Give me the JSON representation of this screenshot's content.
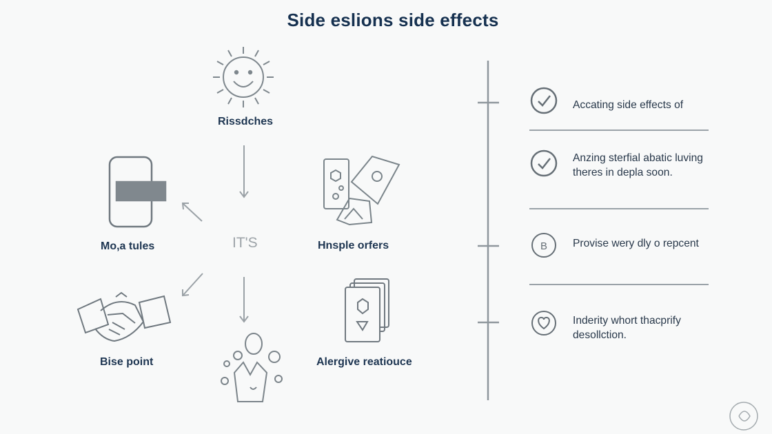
{
  "title": "Side eslions side effects",
  "diagram": {
    "center_label": "IT'S",
    "nodes": [
      {
        "label": "Rissdches",
        "icon": "sun-face-icon"
      },
      {
        "label": "Mo,a tules",
        "icon": "phone-icon"
      },
      {
        "label": "Hnsple orfers",
        "icon": "cards-icon"
      },
      {
        "label": "Bise point",
        "icon": "handshake-icon"
      },
      {
        "label": "Alergive reatiouce",
        "icon": "document-stack-icon"
      },
      {
        "label": "",
        "icon": "hand-bubbles-icon"
      }
    ]
  },
  "side_panel": {
    "items": [
      {
        "icon": "check-circle-icon",
        "text": "Accating side effects of"
      },
      {
        "icon": "check-circle-icon",
        "text": "Anzing sterfial abatic luving theres in depla soon."
      },
      {
        "icon": "letter-b-circle-icon",
        "text": "Provise wery dly o repcent"
      },
      {
        "icon": "heart-circle-icon",
        "text": "Inderity whort thacprify desollction."
      }
    ]
  },
  "colors": {
    "title": "#163150",
    "text": "#1d3551",
    "muted": "#9ca3a8",
    "line": "#8f979d",
    "background": "#f8f9f9"
  }
}
